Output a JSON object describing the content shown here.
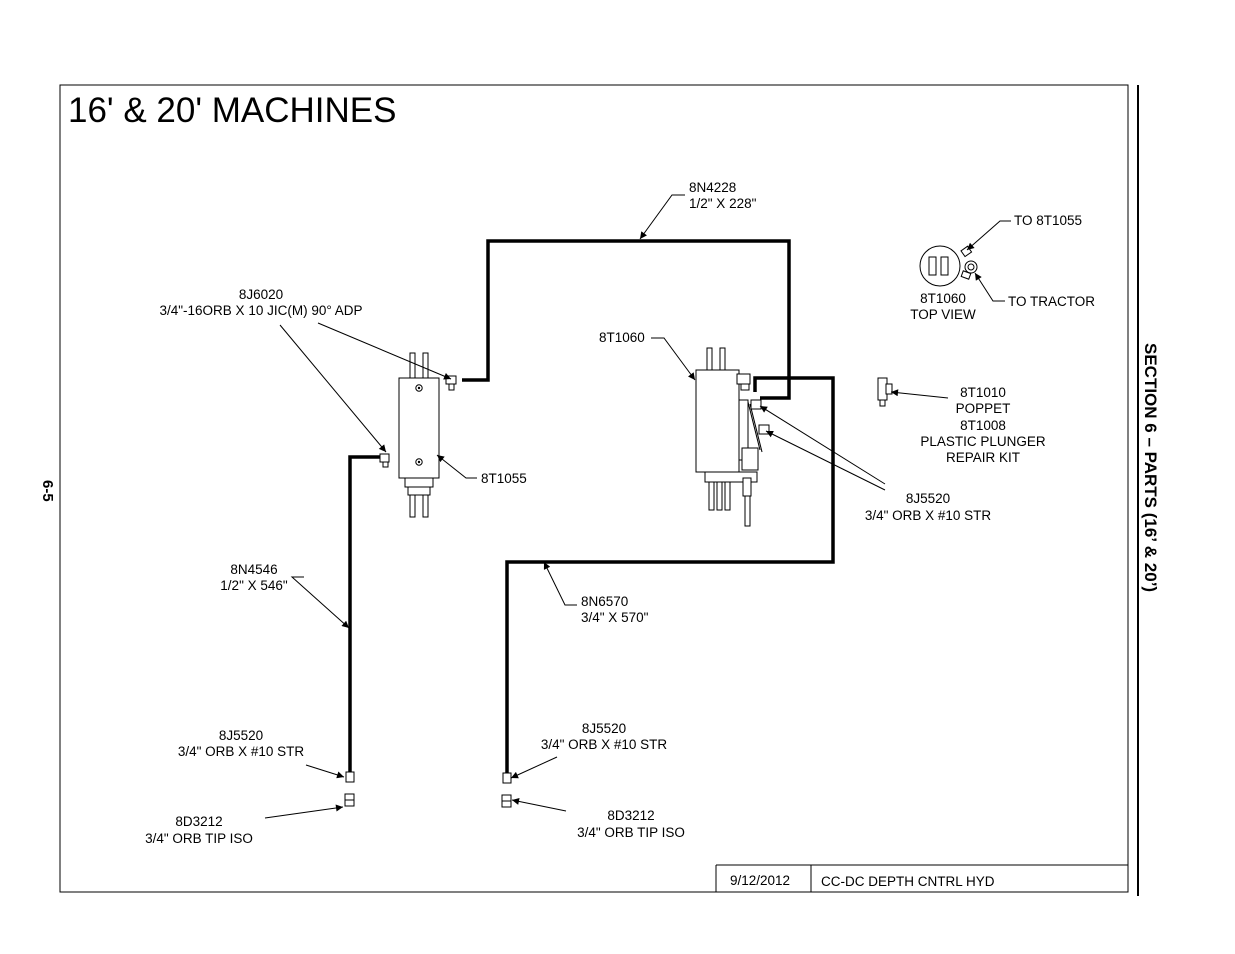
{
  "page": {
    "title": "16' & 20' MACHINES",
    "section_heading": "SECTION 6 – PARTS (16’ & 20’)",
    "page_number": "6-5"
  },
  "title_block": {
    "date": "9/12/2012",
    "drawing_name": "CC-DC DEPTH CNTRL HYD"
  },
  "callouts": {
    "hose_top": {
      "part": "8N4228",
      "desc": "1/2\" X 228\""
    },
    "adapter": {
      "part": "8J6020",
      "desc": "3/4\"-16ORB X 10 JIC(M) 90° ADP"
    },
    "valve_right": {
      "part": "8T1060"
    },
    "valve_left": {
      "part": "8T1055"
    },
    "top_view": {
      "part": "8T1060",
      "desc": "TOP VIEW",
      "to_valve": "TO 8T1055",
      "to_tractor": "TO TRACTOR"
    },
    "poppet": {
      "part": "8T1010",
      "desc": "POPPET",
      "kit_part": "8T1008",
      "kit_desc_1": "PLASTIC PLUNGER",
      "kit_desc_2": "REPAIR KIT"
    },
    "fitting_right": {
      "part": "8J5520",
      "desc": "3/4\" ORB X #10 STR"
    },
    "hose_left": {
      "part": "8N4546",
      "desc": "1/2\" X 546\""
    },
    "hose_mid": {
      "part": "8N6570",
      "desc": "3/4\" X 570\""
    },
    "fitting_bl": {
      "part": "8J5520",
      "desc": "3/4\" ORB X #10 STR"
    },
    "fitting_bm": {
      "part": "8J5520",
      "desc": "3/4\" ORB X #10 STR"
    },
    "tip_bl": {
      "part": "8D3212",
      "desc": "3/4\" ORB TIP ISO"
    },
    "tip_bm": {
      "part": "8D3212",
      "desc": "3/4\" ORB TIP ISO"
    }
  }
}
